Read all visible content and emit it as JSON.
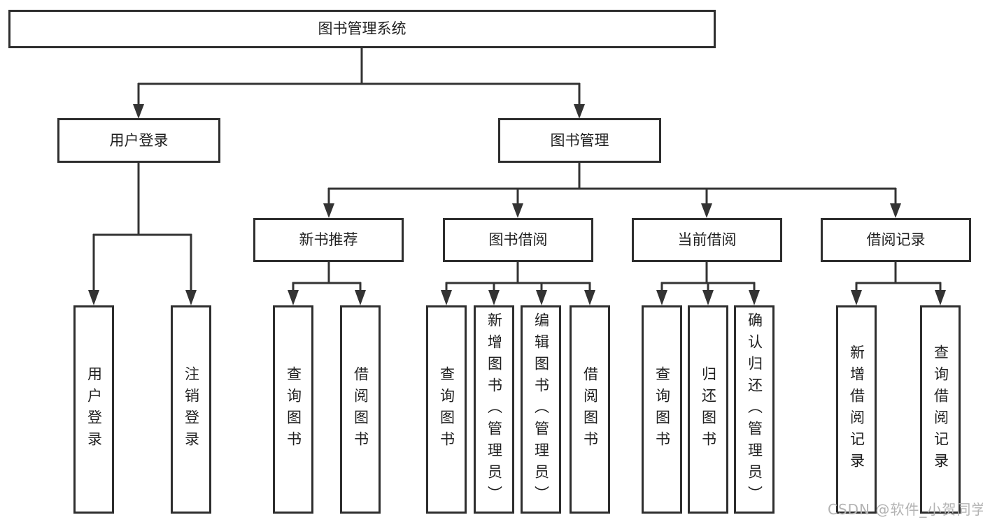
{
  "colors": {
    "line": "#333333",
    "box_border": "#2e2e2e",
    "box_fill": "#ffffff",
    "text": "#1f1f1f",
    "watermark": "#b3b3b3",
    "background": "#ffffff"
  },
  "watermark": "CSDN @软件_小贺同学",
  "diagram": {
    "root": {
      "label": "图书管理系统"
    },
    "branches": [
      {
        "label": "用户登录",
        "children": [
          {
            "label": "用户登录"
          },
          {
            "label": "注销登录"
          }
        ]
      },
      {
        "label": "图书管理",
        "children": [
          {
            "label": "新书推荐",
            "children": [
              {
                "label": "查询图书"
              },
              {
                "label": "借阅图书"
              }
            ]
          },
          {
            "label": "图书借阅",
            "children": [
              {
                "label": "查询图书"
              },
              {
                "label": "新增图书（管理员）"
              },
              {
                "label": "编辑图书（管理员）"
              },
              {
                "label": "借阅图书"
              }
            ]
          },
          {
            "label": "当前借阅",
            "children": [
              {
                "label": "查询图书"
              },
              {
                "label": "归还图书"
              },
              {
                "label": "确认归还（管理员）"
              }
            ]
          },
          {
            "label": "借阅记录",
            "children": [
              {
                "label": "新增借阅记录"
              },
              {
                "label": "查询借阅记录"
              }
            ]
          }
        ]
      }
    ]
  }
}
